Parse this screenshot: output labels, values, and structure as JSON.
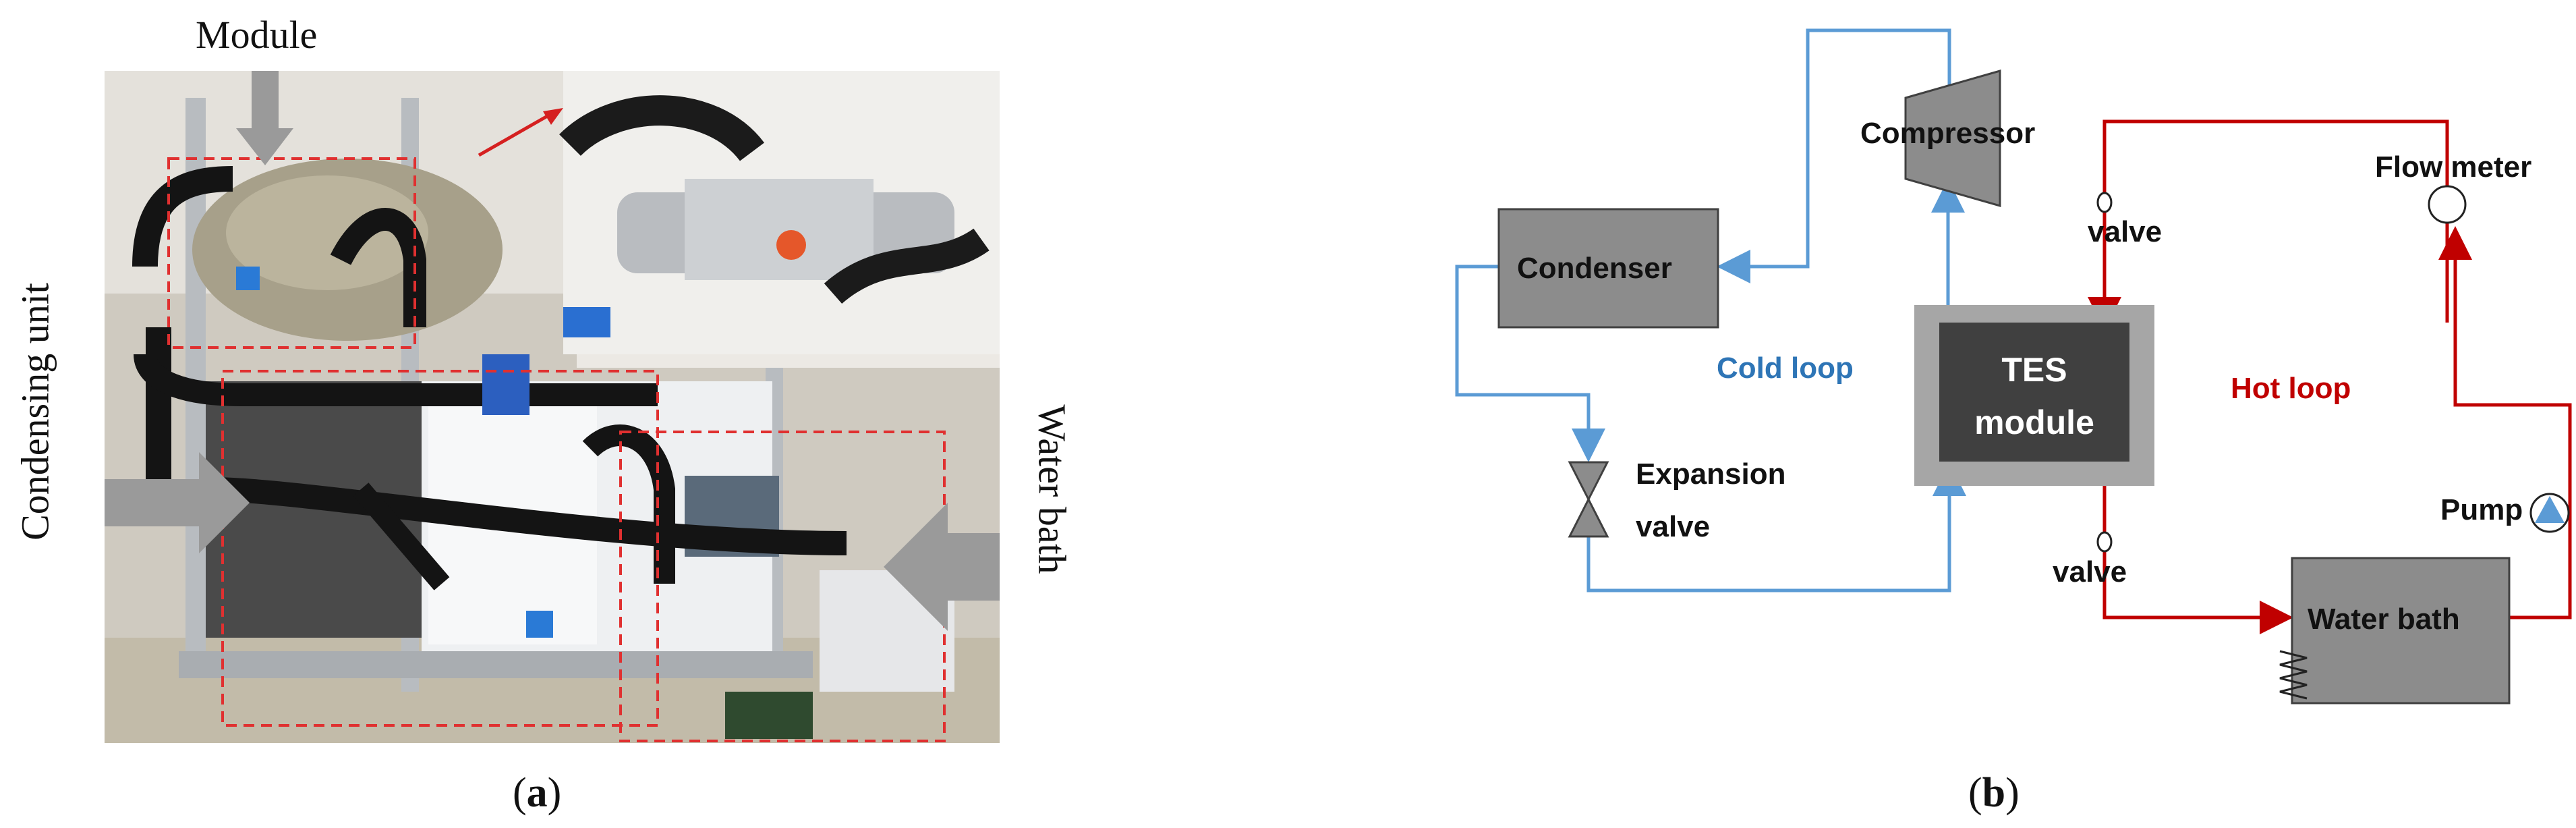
{
  "panel_a": {
    "module_label": "Module",
    "condensing_label": "Condensing  unit",
    "water_bath_label": "Water bath",
    "caption_letter": "a"
  },
  "panel_b": {
    "caption_letter": "b",
    "components": {
      "compressor": "Compressor",
      "condenser": "Condenser",
      "expansion_line1": "Expansion",
      "expansion_line2": "valve",
      "tes_line1": "TES",
      "tes_line2": "module",
      "flow_meter": "Flow meter",
      "valve_top": "valve",
      "valve_bottom": "valve",
      "pump": "Pump",
      "water_bath": "Water bath"
    },
    "loops": {
      "cold": "Cold loop",
      "hot": "Hot loop"
    },
    "colors": {
      "cold": "#5b9bd5",
      "hot": "#c00000",
      "box_fill": "#8c8c8c",
      "tes_fill": "#404040",
      "tes_outer": "#a6a6a6"
    }
  }
}
